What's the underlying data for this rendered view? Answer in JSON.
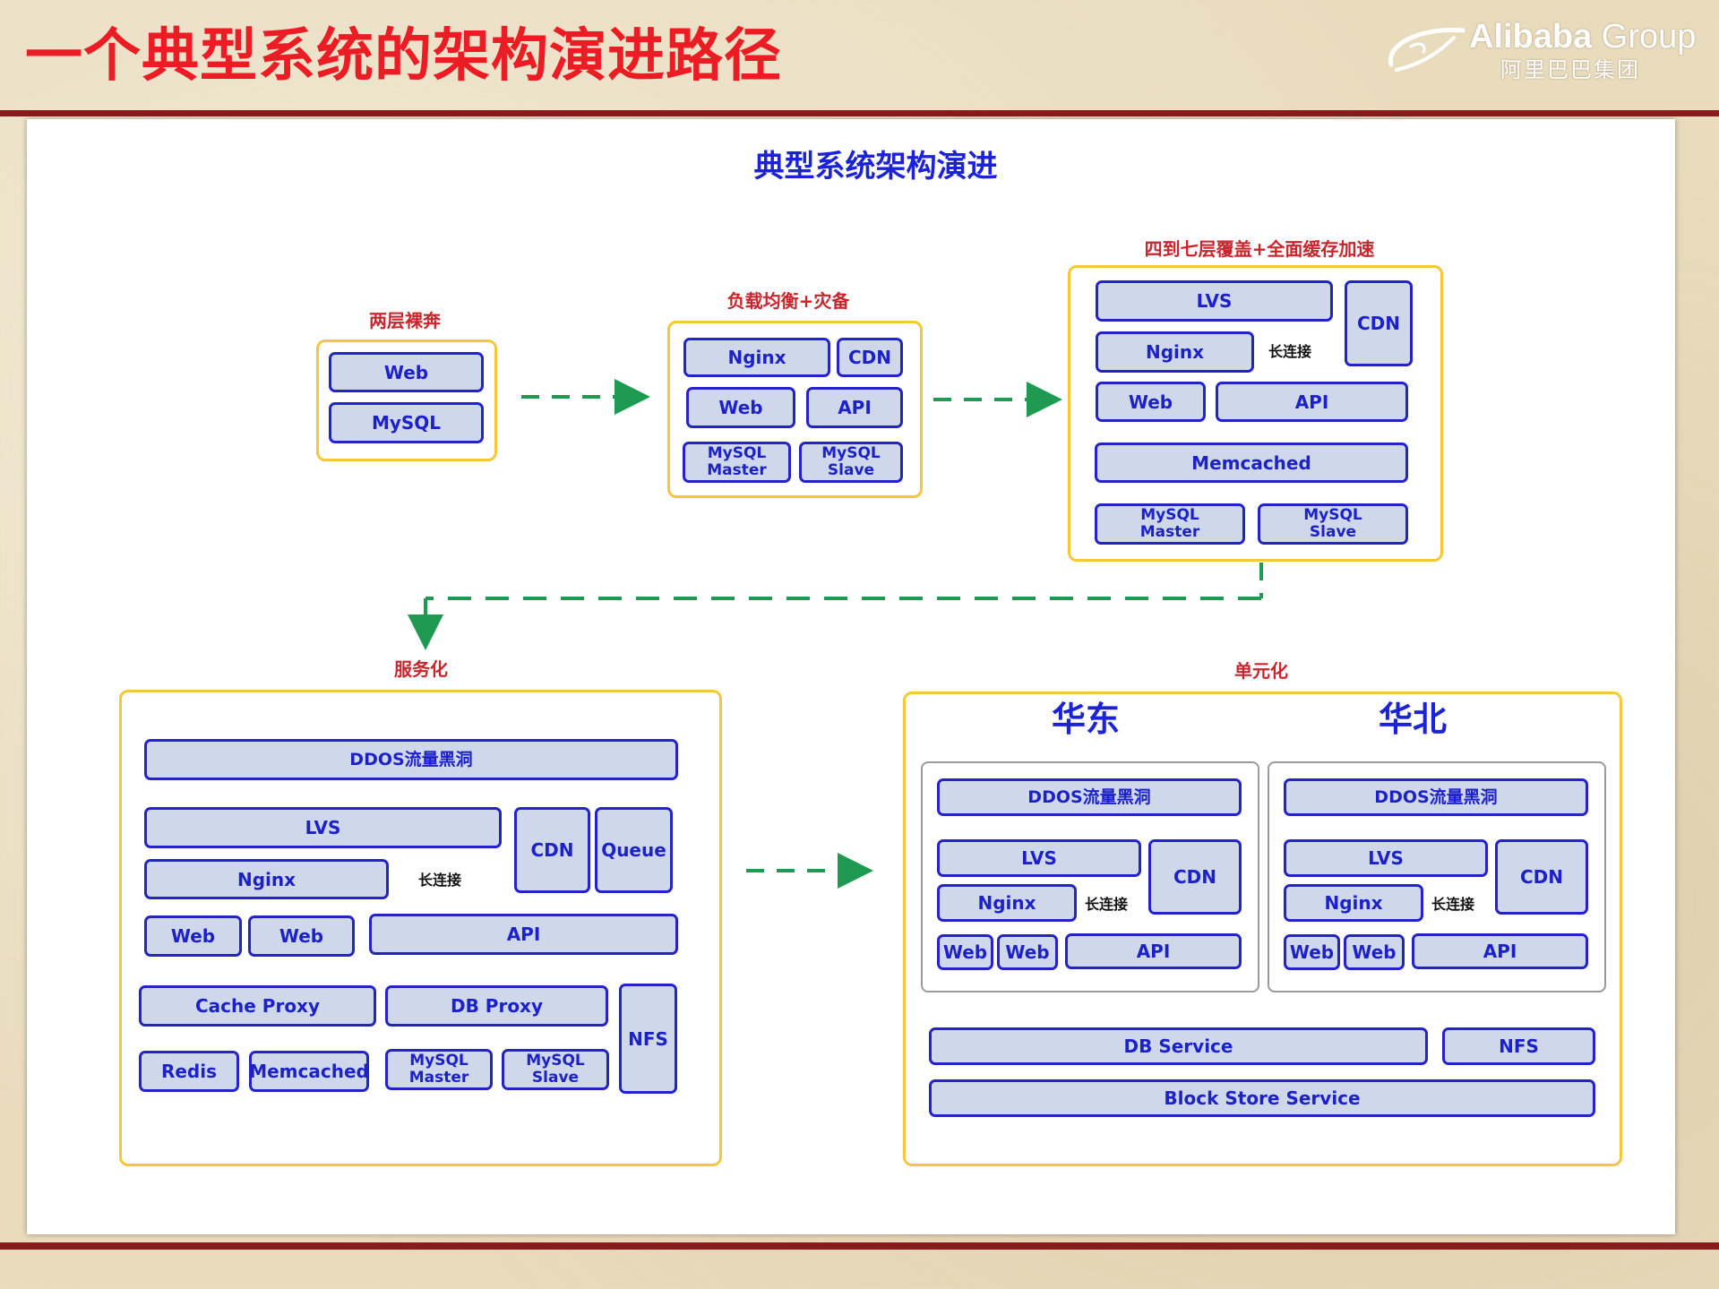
{
  "slide": {
    "title": "一个典型系统的架构演进路径"
  },
  "logo": {
    "brand_bold": "Alibaba",
    "brand_rest": " Group",
    "cn": "阿里巴巴集团"
  },
  "colors": {
    "title_red": "#ec1c24",
    "diagram_blue": "#1c22d8",
    "box_fill": "#cfd8ea",
    "stage_border": "#f4c83a",
    "arrow_green": "#1e9a52",
    "rule": "#8b1a1c"
  },
  "diagram": {
    "title": "典型系统架构演进",
    "connector_label": "长连接",
    "stage1": {
      "label": "两层裸奔",
      "web": "Web",
      "mysql": "MySQL"
    },
    "stage2": {
      "label": "负载均衡+灾备",
      "nginx": "Nginx",
      "cdn": "CDN",
      "web": "Web",
      "api": "API",
      "mysql_master": "MySQL\nMaster",
      "mysql_slave": "MySQL\nSlave"
    },
    "stage3": {
      "label": "四到七层覆盖+全面缓存加速",
      "lvs": "LVS",
      "cdn": "CDN",
      "nginx": "Nginx",
      "web": "Web",
      "api": "API",
      "memcached": "Memcached",
      "mysql_master": "MySQL\nMaster",
      "mysql_slave": "MySQL\nSlave"
    },
    "stage4": {
      "label": "服务化",
      "ddos": "DDOS流量黑洞",
      "lvs": "LVS",
      "cdn": "CDN",
      "queue": "Queue",
      "nginx": "Nginx",
      "web1": "Web",
      "web2": "Web",
      "api": "API",
      "cache_proxy": "Cache Proxy",
      "db_proxy": "DB Proxy",
      "nfs": "NFS",
      "redis": "Redis",
      "memcached": "Memcached",
      "mysql_master": "MySQL\nMaster",
      "mysql_slave": "MySQL\nSlave"
    },
    "stage5": {
      "label": "单元化",
      "regions": [
        {
          "name": "华东",
          "ddos": "DDOS流量黑洞",
          "lvs": "LVS",
          "cdn": "CDN",
          "nginx": "Nginx",
          "web1": "Web",
          "web2": "Web",
          "api": "API"
        },
        {
          "name": "华北",
          "ddos": "DDOS流量黑洞",
          "lvs": "LVS",
          "cdn": "CDN",
          "nginx": "Nginx",
          "web1": "Web",
          "web2": "Web",
          "api": "API"
        }
      ],
      "db_service": "DB Service",
      "nfs": "NFS",
      "block_store": "Block Store Service"
    }
  }
}
